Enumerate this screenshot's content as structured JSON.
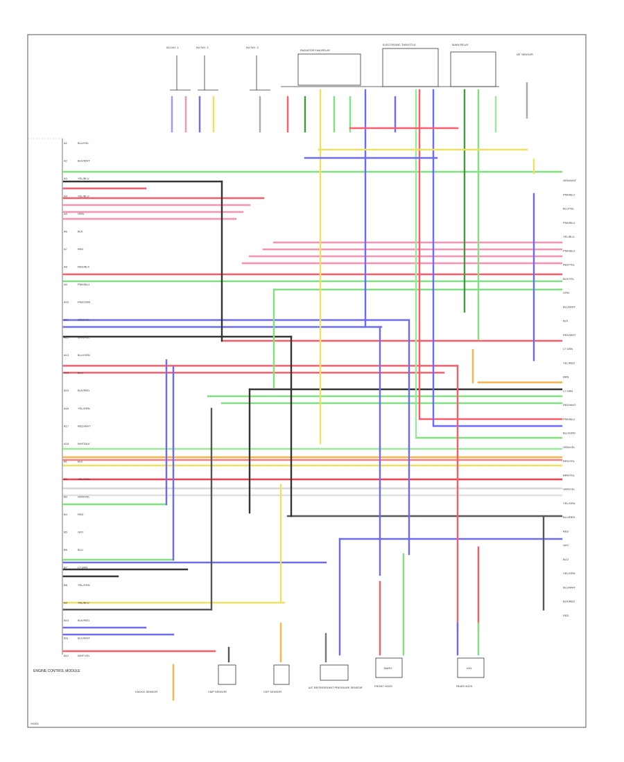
{
  "diagram": {
    "footer_left": "G0001",
    "ecm_label": "ENGINE CONTROL MODULE",
    "ecm_pins": [
      {
        "pin": "A1",
        "wire": "BLU/YEL"
      },
      {
        "pin": "A2",
        "wire": "BLK/WHT"
      },
      {
        "pin": "A3",
        "wire": "YEL/BLU"
      },
      {
        "pin": "A4",
        "wire": "YEL/BLU"
      },
      {
        "pin": "A5",
        "wire": "GRN"
      },
      {
        "pin": "A6",
        "wire": "BLK"
      },
      {
        "pin": "A7",
        "wire": "RED"
      },
      {
        "pin": "A8",
        "wire": "RED/BLK"
      },
      {
        "pin": "A9",
        "wire": "PNK/BLU"
      },
      {
        "pin": "A10",
        "wire": "PNK/GRN"
      },
      {
        "pin": "A11",
        "wire": "GRN/YEL"
      },
      {
        "pin": "A12",
        "wire": "GRN/YEL"
      },
      {
        "pin": "A13",
        "wire": "BLU/GRN"
      },
      {
        "pin": "A14",
        "wire": "BLU"
      },
      {
        "pin": "A15",
        "wire": "BLK/RED"
      },
      {
        "pin": "A16",
        "wire": "YEL/GRN"
      },
      {
        "pin": "A17",
        "wire": "RED/WHT"
      },
      {
        "pin": "A18",
        "wire": "WHT/BLK"
      },
      {
        "pin": "B1",
        "wire": "BLK"
      },
      {
        "pin": "B2",
        "wire": "YEL/GRN"
      },
      {
        "pin": "B3",
        "wire": "GRN/YEL"
      },
      {
        "pin": "B4",
        "wire": "RED"
      },
      {
        "pin": "B5",
        "wire": "GRY"
      },
      {
        "pin": "B6",
        "wire": "BLU"
      },
      {
        "pin": "B7",
        "wire": "LT GRN"
      },
      {
        "pin": "B8",
        "wire": "YEL/GRN"
      },
      {
        "pin": "B9",
        "wire": "YEL/BLU"
      },
      {
        "pin": "B10",
        "wire": "BLK/RED"
      },
      {
        "pin": "B11",
        "wire": "BLU/WHT"
      },
      {
        "pin": "B12",
        "wire": "WHT/YEL"
      }
    ],
    "components": [
      {
        "id": "c1",
        "label": "INJ NO. 1"
      },
      {
        "id": "c2",
        "label": "INJ NO. 2"
      },
      {
        "id": "c3",
        "label": "INJ NO. 3"
      },
      {
        "id": "c4",
        "label": "RADIATOR FAN RELAY"
      },
      {
        "id": "c5",
        "label": "ELECTRONIC THROTTLE"
      },
      {
        "id": "c6",
        "label": "MAIN RELAY"
      },
      {
        "id": "c7",
        "label": "IAT SENSOR"
      }
    ],
    "bottom_components": [
      {
        "id": "b1",
        "label": "KNOCK SENSOR"
      },
      {
        "id": "b2",
        "label": "CMP SENSOR"
      },
      {
        "id": "b3",
        "label": "CKP SENSOR"
      },
      {
        "id": "b4",
        "label": "A/C REFRIGERANT PRESSURE SENSOR"
      },
      {
        "id": "b5",
        "label": "FRONT HO2S"
      },
      {
        "id": "b6",
        "label": "REAR HO2S"
      }
    ],
    "right_labels": [
      "GRN/WHT",
      "PNK/BLU",
      "BLU/YEL",
      "PNK/BLU",
      "YEL/BLU",
      "PNK/BLU",
      "RED/YEL",
      "BLK/YEL",
      "GRN",
      "BLU/WHT",
      "BLK",
      "RED/WHT",
      "LT GRN",
      "YEL/RED",
      "BRN",
      "LT GRN",
      "RED/WHT",
      "PNK/BLU",
      "BLU/GRN",
      "GRN/YEL",
      "RED/YEL",
      "BRN/YEL",
      "GRN/YEL",
      "YEL/GRN",
      "BLU/RED",
      "RED",
      "GRY",
      "BLU",
      "YEL/GRN",
      "BLU/WHT",
      "BLK/RED",
      "RED"
    ],
    "box_labels": [
      "BARO",
      "IGN"
    ]
  }
}
